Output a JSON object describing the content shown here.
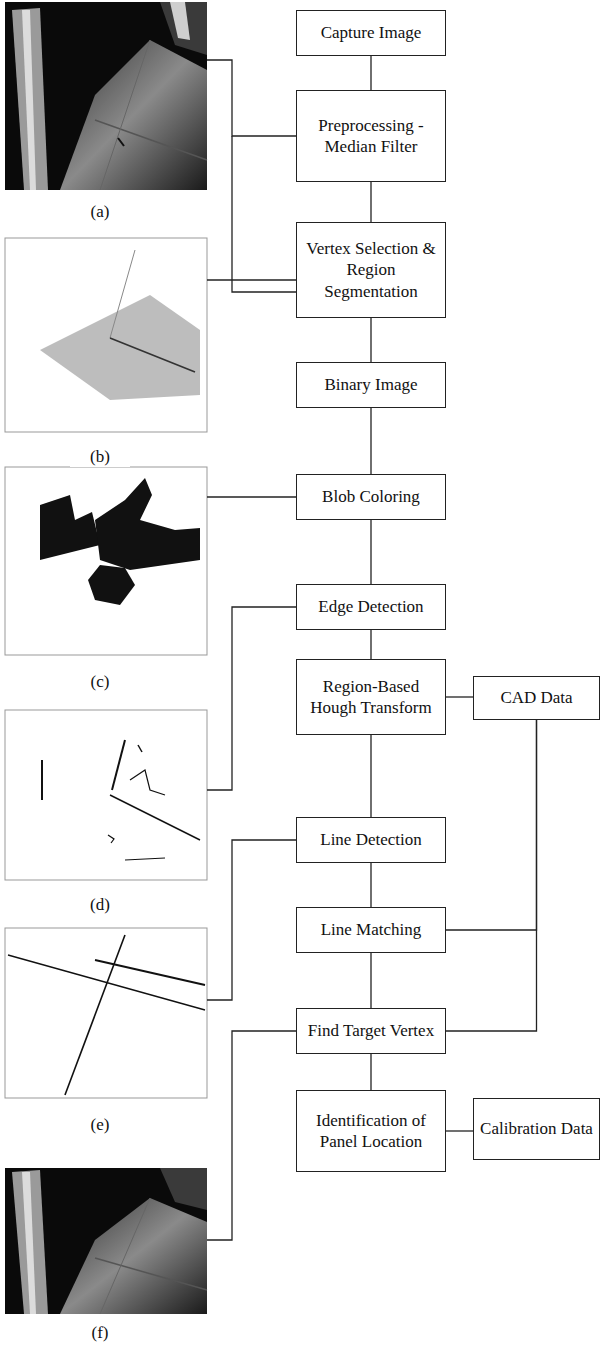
{
  "diagram": {
    "nodes": [
      {
        "text": [
          "Capture Image"
        ]
      },
      {
        "text": [
          "Preprocessing - Median Filter"
        ]
      },
      {
        "text": [
          "Vertex Selection & Region Segmentation"
        ]
      },
      {
        "text": [
          "Binary Image"
        ]
      },
      {
        "text": [
          "Blob Coloring"
        ]
      },
      {
        "text": [
          "Edge Detection"
        ]
      },
      {
        "text": [
          "Region-Based Hough Transform"
        ]
      },
      {
        "text": [
          "CAD Data"
        ]
      },
      {
        "text": [
          "Line Detection"
        ]
      },
      {
        "text": [
          "Line Matching"
        ]
      },
      {
        "text": [
          "Find Target Vertex"
        ]
      },
      {
        "text": [
          "Identification of Panel Location"
        ]
      },
      {
        "text": [
          "Calibration Data"
        ]
      }
    ],
    "edges": [
      {
        "from": 0,
        "to": 1,
        "arrow": "none"
      },
      {
        "from": 1,
        "to": 2,
        "arrow": "none"
      },
      {
        "from": 2,
        "to": 3,
        "arrow": "none"
      },
      {
        "from": 3,
        "to": 4,
        "arrow": "none"
      },
      {
        "from": 4,
        "to": 5,
        "arrow": "none"
      },
      {
        "from": 5,
        "to": 6,
        "arrow": "none"
      },
      {
        "from": 6,
        "to": 7,
        "arrow": "none"
      },
      {
        "from": 6,
        "to": 8,
        "arrow": "none"
      },
      {
        "from": 8,
        "to": 9,
        "arrow": "none"
      },
      {
        "from": 7,
        "to": 9,
        "arrow": "none"
      },
      {
        "from": 9,
        "to": 10,
        "arrow": "none"
      },
      {
        "from": 7,
        "to": 10,
        "arrow": "none"
      },
      {
        "from": 10,
        "to": 11,
        "arrow": "none"
      },
      {
        "from": 11,
        "to": 12,
        "arrow": "none"
      }
    ],
    "labels": [
      "(a)",
      "(b)",
      "(c)",
      "(d)",
      "(e)",
      "(f)"
    ]
  }
}
